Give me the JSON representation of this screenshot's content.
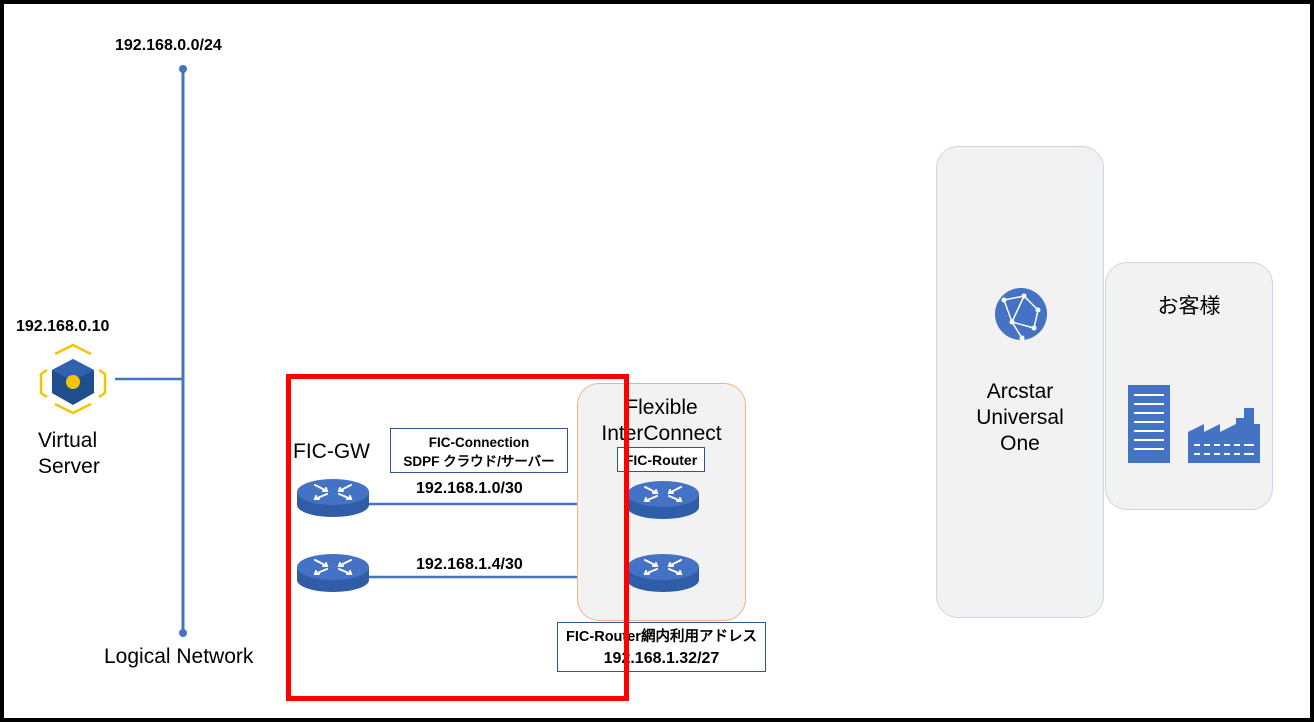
{
  "logical_network": {
    "subnet": "192.168.0.0/24",
    "label": "Logical Network"
  },
  "virtual_server": {
    "ip": "192.168.0.10",
    "label_line1": "Virtual",
    "label_line2": "Server"
  },
  "fic_gw": {
    "label": "FIC-GW"
  },
  "fic_connection": {
    "line1": "FIC-Connection",
    "line2": "SDPF クラウド/サーバー"
  },
  "links": [
    {
      "subnet": "192.168.1.0/30"
    },
    {
      "subnet": "192.168.1.4/30"
    }
  ],
  "flexible_interconnect": {
    "line1": "Flexible",
    "line2": "InterConnect",
    "router_label": "FIC-Router"
  },
  "fic_router_address": {
    "line1": "FIC-Router網内利用アドレス",
    "line2": "192.168.1.32/27"
  },
  "arcstar": {
    "line1": "Arcstar",
    "line2": "Universal",
    "line3": "One"
  },
  "customer": {
    "label": "お客様"
  },
  "icons": [
    "router-icon",
    "server-cube-icon",
    "globe-network-icon",
    "building-icon",
    "factory-icon"
  ],
  "colors": {
    "line_blue": "#4472c4",
    "router_blue": "#2f5da8",
    "highlight_red": "#ff0000",
    "fic_box_border": "#f4b183",
    "panel_fill": "#f2f2f2",
    "panel_border": "#c9d6ea"
  }
}
